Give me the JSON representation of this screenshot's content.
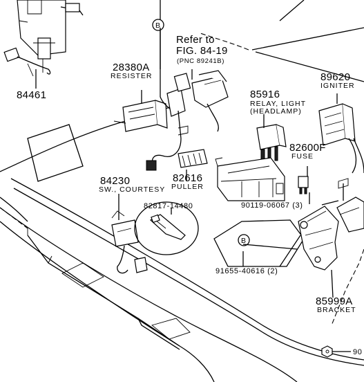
{
  "callouts": {
    "p84461": "84461",
    "p28380a": "28380A",
    "resister": "RESISTER",
    "refer_line1": "Refer to",
    "refer_line2": "FIG. 84-19",
    "refer_pnc": "(PNC 89241B)",
    "p85916": "85916",
    "relay_line1": "RELAY, LIGHT",
    "relay_line2": "(HEADLAMP)",
    "p89620": "89620",
    "igniter": "IGNITER",
    "p82600f": "82600F",
    "fuse": "FUSE",
    "p82616": "82616",
    "puller": "PULLER",
    "p84230": "84230",
    "courtesy": "SW., COURTESY",
    "p82817": "82817-14480",
    "p90119": "90119-06067 (3)",
    "p91655": "91655-40616 (2)",
    "p85999a": "85999A",
    "bracket": "BRACKET",
    "p90_cut": "90"
  },
  "markers": {
    "b_top": "B",
    "b_mid": "B"
  }
}
